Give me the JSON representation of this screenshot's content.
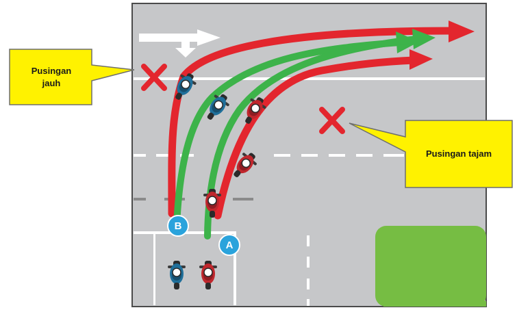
{
  "callouts": {
    "far_turn": {
      "line1": "Pusingan",
      "line2": "jauh"
    },
    "sharp_turn": {
      "label": "Pusingan tajam"
    }
  },
  "markers": {
    "a": "A",
    "b": "B"
  },
  "colors": {
    "road": "#c6c7c9",
    "lane_mark": "#ffffff",
    "correct_path": "#3db34a",
    "wrong_path": "#e3262e",
    "callout_fill": "#fff200",
    "badge": "#2aa3dc",
    "grass": "#76bd43",
    "rider_red": "#c0272d",
    "rider_blue": "#1f6f9a"
  },
  "icons": [
    "direction-arrow-icon",
    "wrong-cross-icon",
    "motorcycle-icon",
    "badge-icon"
  ]
}
